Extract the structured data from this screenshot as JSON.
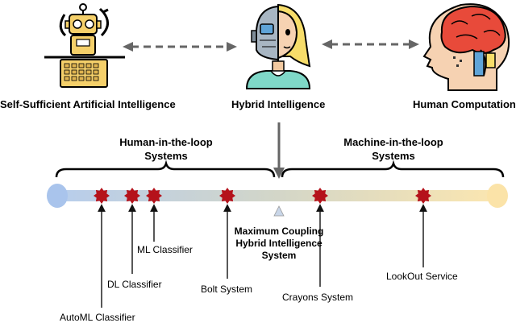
{
  "top_nodes": {
    "left_label": "Self-Sufficient Artificial Intelligence",
    "center_label": "Hybrid Intelligence",
    "right_label": "Human Computation",
    "left_icon": "robot-icon",
    "center_icon": "hybrid-human-robot-icon",
    "right_icon": "human-brain-icon"
  },
  "groups": {
    "left_title_line1": "Human-in-the-loop",
    "left_title_line2": "Systems",
    "right_title_line1": "Machine-in-the-loop",
    "right_title_line2": "Systems"
  },
  "spectrum": {
    "left_end_color": "#a9c4ec",
    "right_end_color": "#fbe3a8",
    "marker_color": "#b5121b",
    "center_label_line1": "Maximum Coupling",
    "center_label_line2": "Hybrid Intelligence",
    "center_label_line3": "System"
  },
  "annotations": [
    {
      "label": "AutoML Classifier"
    },
    {
      "label": "DL Classifier"
    },
    {
      "label": "ML Classifier"
    },
    {
      "label": "Bolt System"
    },
    {
      "label": "Crayons System"
    },
    {
      "label": "LookOut Service"
    }
  ]
}
